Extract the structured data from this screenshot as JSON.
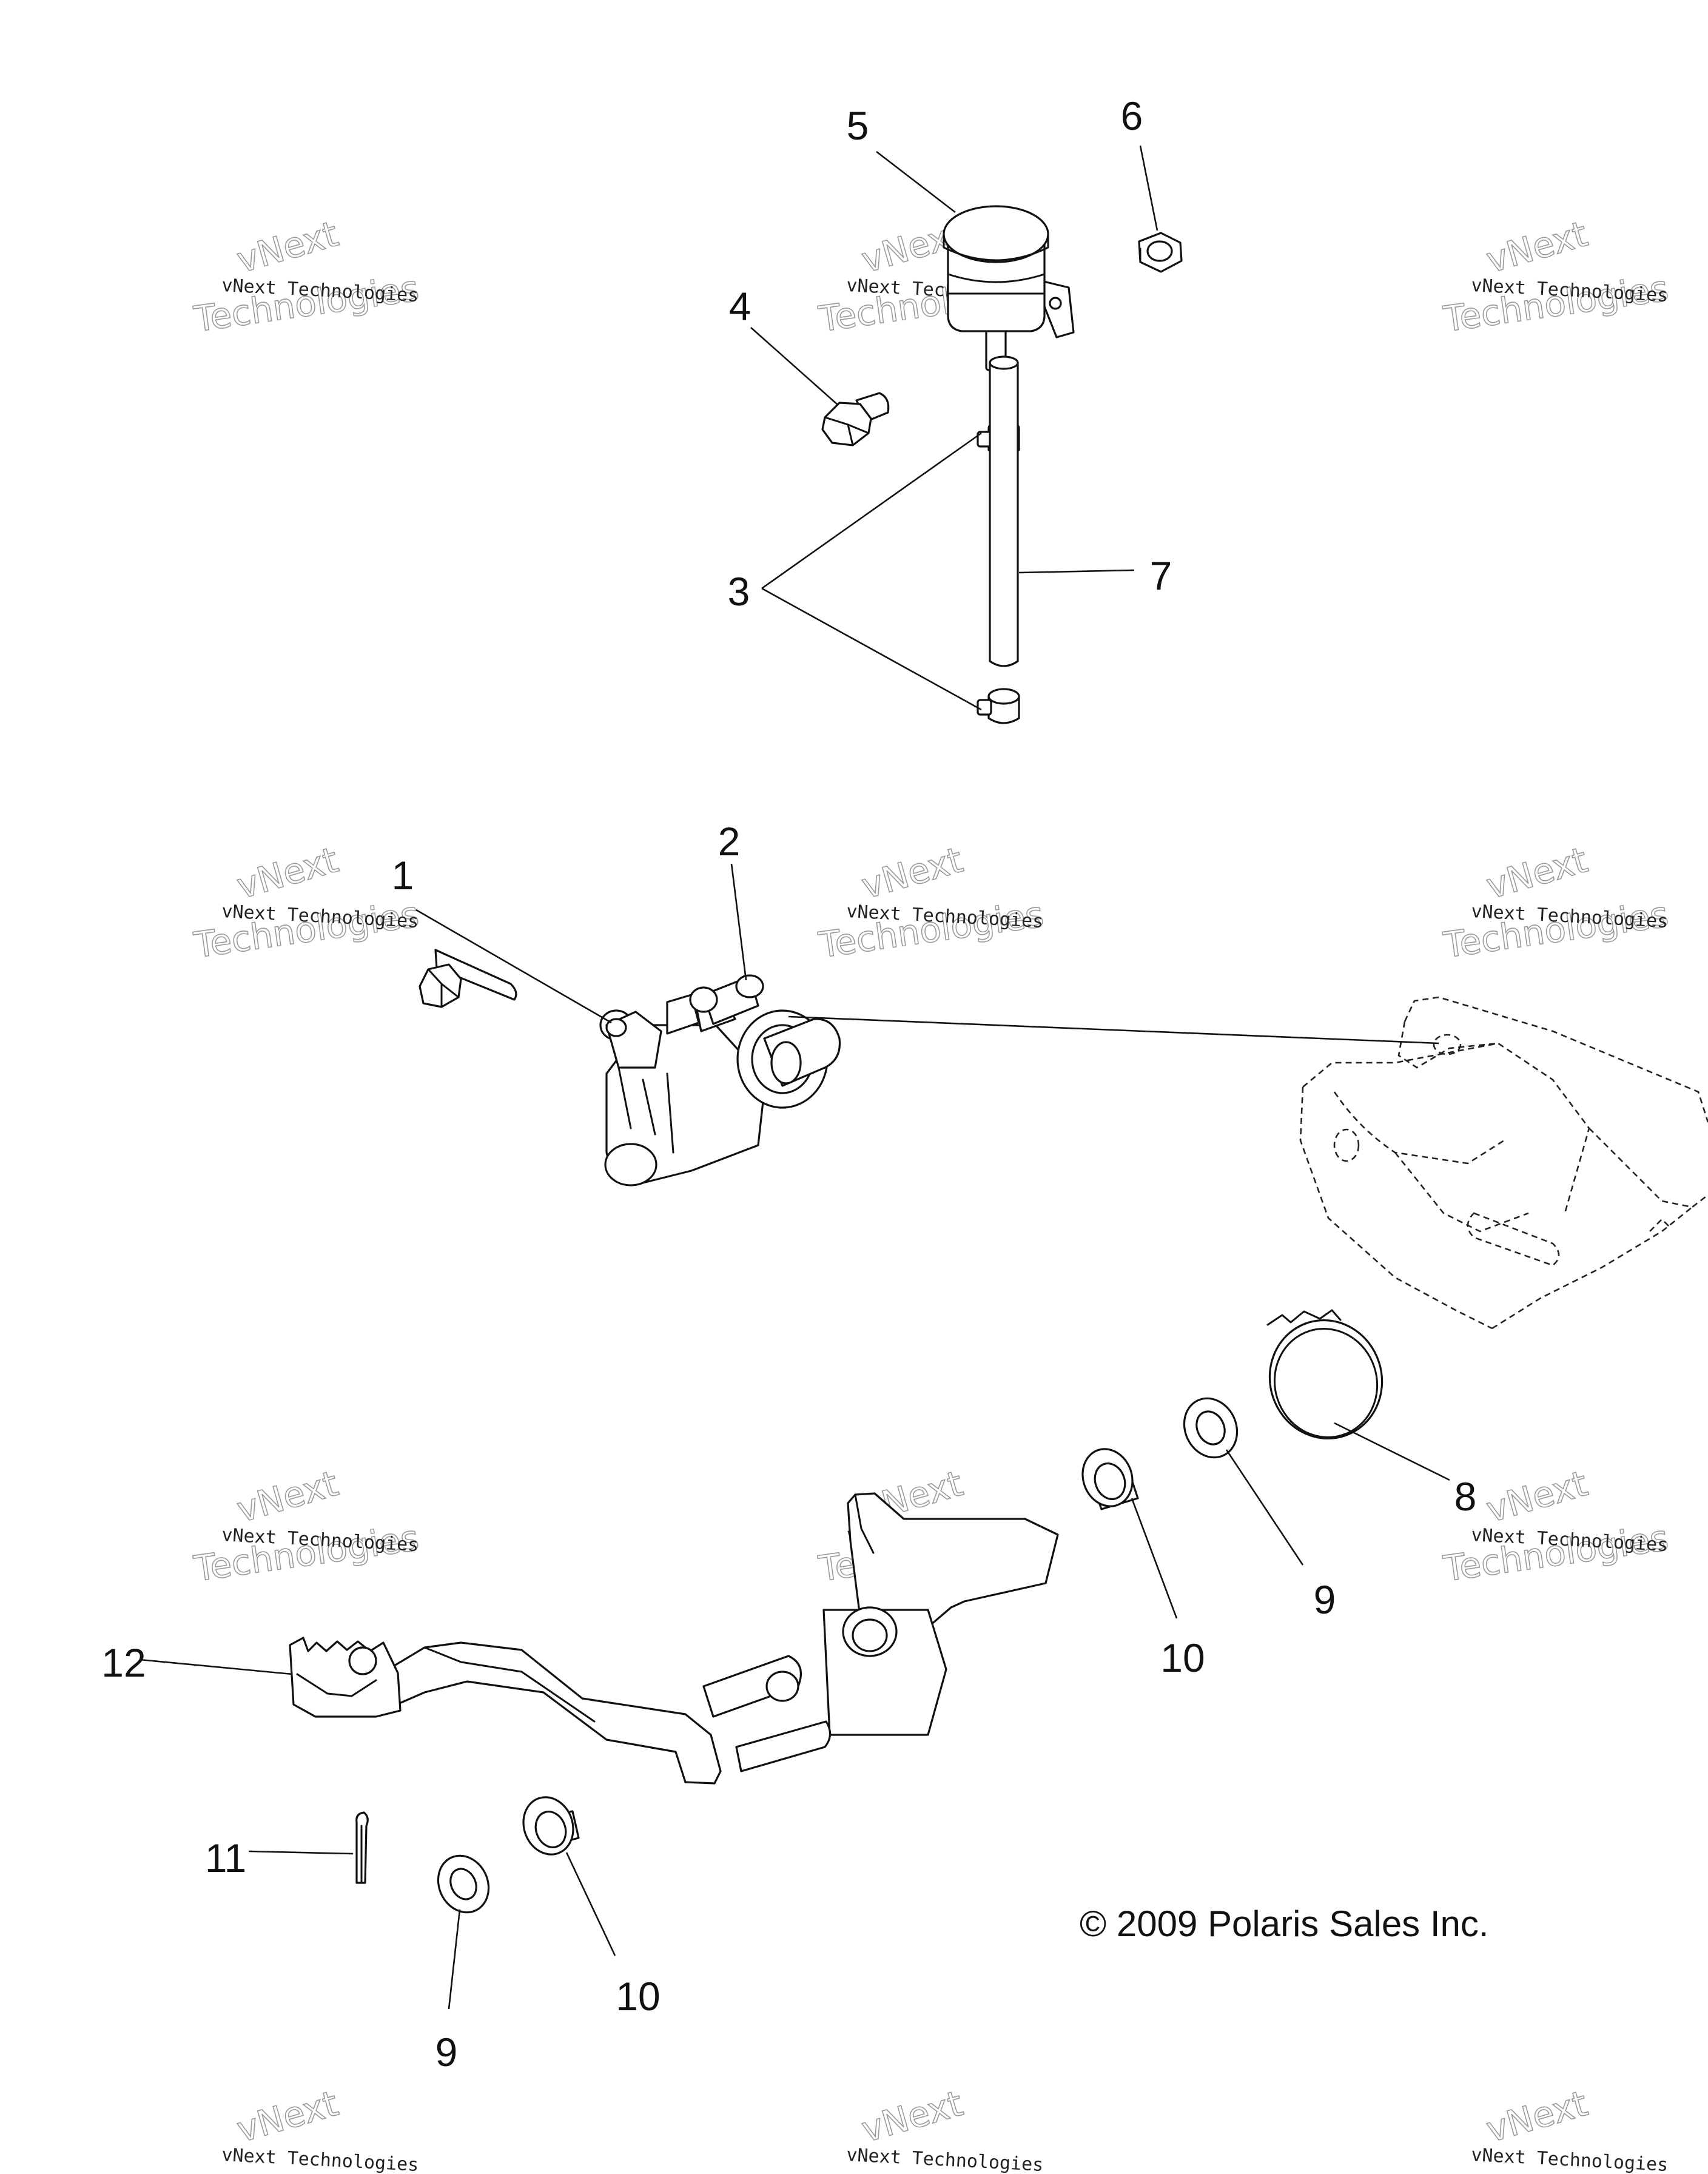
{
  "callouts": {
    "c1": "1",
    "c2": "2",
    "c3": "3",
    "c4": "4",
    "c5": "5",
    "c6": "6",
    "c7": "7",
    "c8": "8",
    "c9a": "9",
    "c9b": "9",
    "c10a": "10",
    "c10b": "10",
    "c11": "11",
    "c12": "12"
  },
  "copyright": "© 2009 Polaris Sales Inc.",
  "watermark": {
    "line1": "vNext Technologies",
    "line2": "Technologies",
    "arc": "vNext"
  }
}
